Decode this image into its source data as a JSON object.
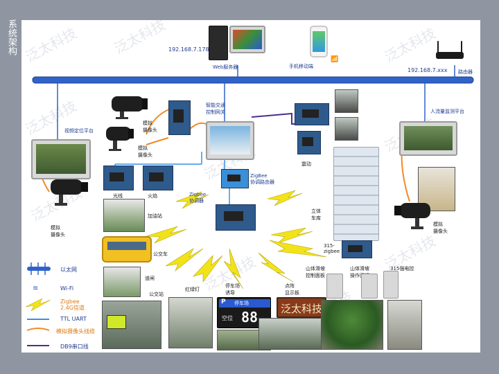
{
  "side_title": "系统架构",
  "watermark": "泛太科技",
  "nodes": {
    "web_server": {
      "label": "Web服务器",
      "ip": "192.168.7.178"
    },
    "mobile": {
      "label": "手机移动端"
    },
    "router": {
      "label": "路由器",
      "ip": "192.168.7.xxx"
    },
    "video_platform": {
      "label": "视频定位平台"
    },
    "cam_top_1": {
      "label": "模拟\n摄像头"
    },
    "cam_top_2": {
      "label": "模拟\n摄像头"
    },
    "traffic_gateway": {
      "label": "智能交通\n控制网关"
    },
    "vibration": {
      "label": "震动"
    },
    "flow_platform": {
      "label": "人流量监测平台"
    },
    "zigbee_router": {
      "label": "ZigBee\n协调路由器"
    },
    "zigbee_coord": {
      "label": "Zigbee\n协调器"
    },
    "light_line": {
      "label": "光线"
    },
    "fire": {
      "label": "火焰"
    },
    "gas_station": {
      "label": "加油站"
    },
    "bus": {
      "label": "公交车"
    },
    "gate": {
      "label": "道闸"
    },
    "bus_stop": {
      "label": "公交站"
    },
    "traffic_light": {
      "label": "红绿灯"
    },
    "parking_guide": {
      "label": "停车场\n诱导"
    },
    "dot_matrix": {
      "label": "点阵\n显示板"
    },
    "garage": {
      "label": "立体\n车库"
    },
    "zigbee_315": {
      "label": "315-\nzigbee"
    },
    "tunnel_board": {
      "label": "山体滑坡\n控制面板"
    },
    "tunnel_op": {
      "label": "山体滑坡\n操作面板"
    },
    "remote_315": {
      "label": "315强电控"
    },
    "cam_left": {
      "label": "模拟\n摄像头"
    },
    "cam_right": {
      "label": "模拟\n摄像头"
    }
  },
  "parking_sign": {
    "p_label": "P",
    "arrow_label": "停车场",
    "space_label": "空位",
    "count": "88"
  },
  "led_board": {
    "text": "泛太科技"
  },
  "legend": [
    {
      "key": "ethernet",
      "label": "以太网"
    },
    {
      "key": "wifi",
      "label": "Wi-Fi"
    },
    {
      "key": "zigbee",
      "label": "Zigbee\n2.4G信道"
    },
    {
      "key": "ttl",
      "label": "TTL UART"
    },
    {
      "key": "camera_cable",
      "label": "模拟摄像头线缆"
    },
    {
      "key": "db9",
      "label": "DB9串口线"
    }
  ],
  "colors": {
    "bus_bar": "#2f63c9",
    "zigbee_bolt": "#f2e21a",
    "uart": "#3a8fe0",
    "camera_cable": "#f08a24",
    "db9": "#4b2c8f",
    "label": "#1f3b8f"
  }
}
